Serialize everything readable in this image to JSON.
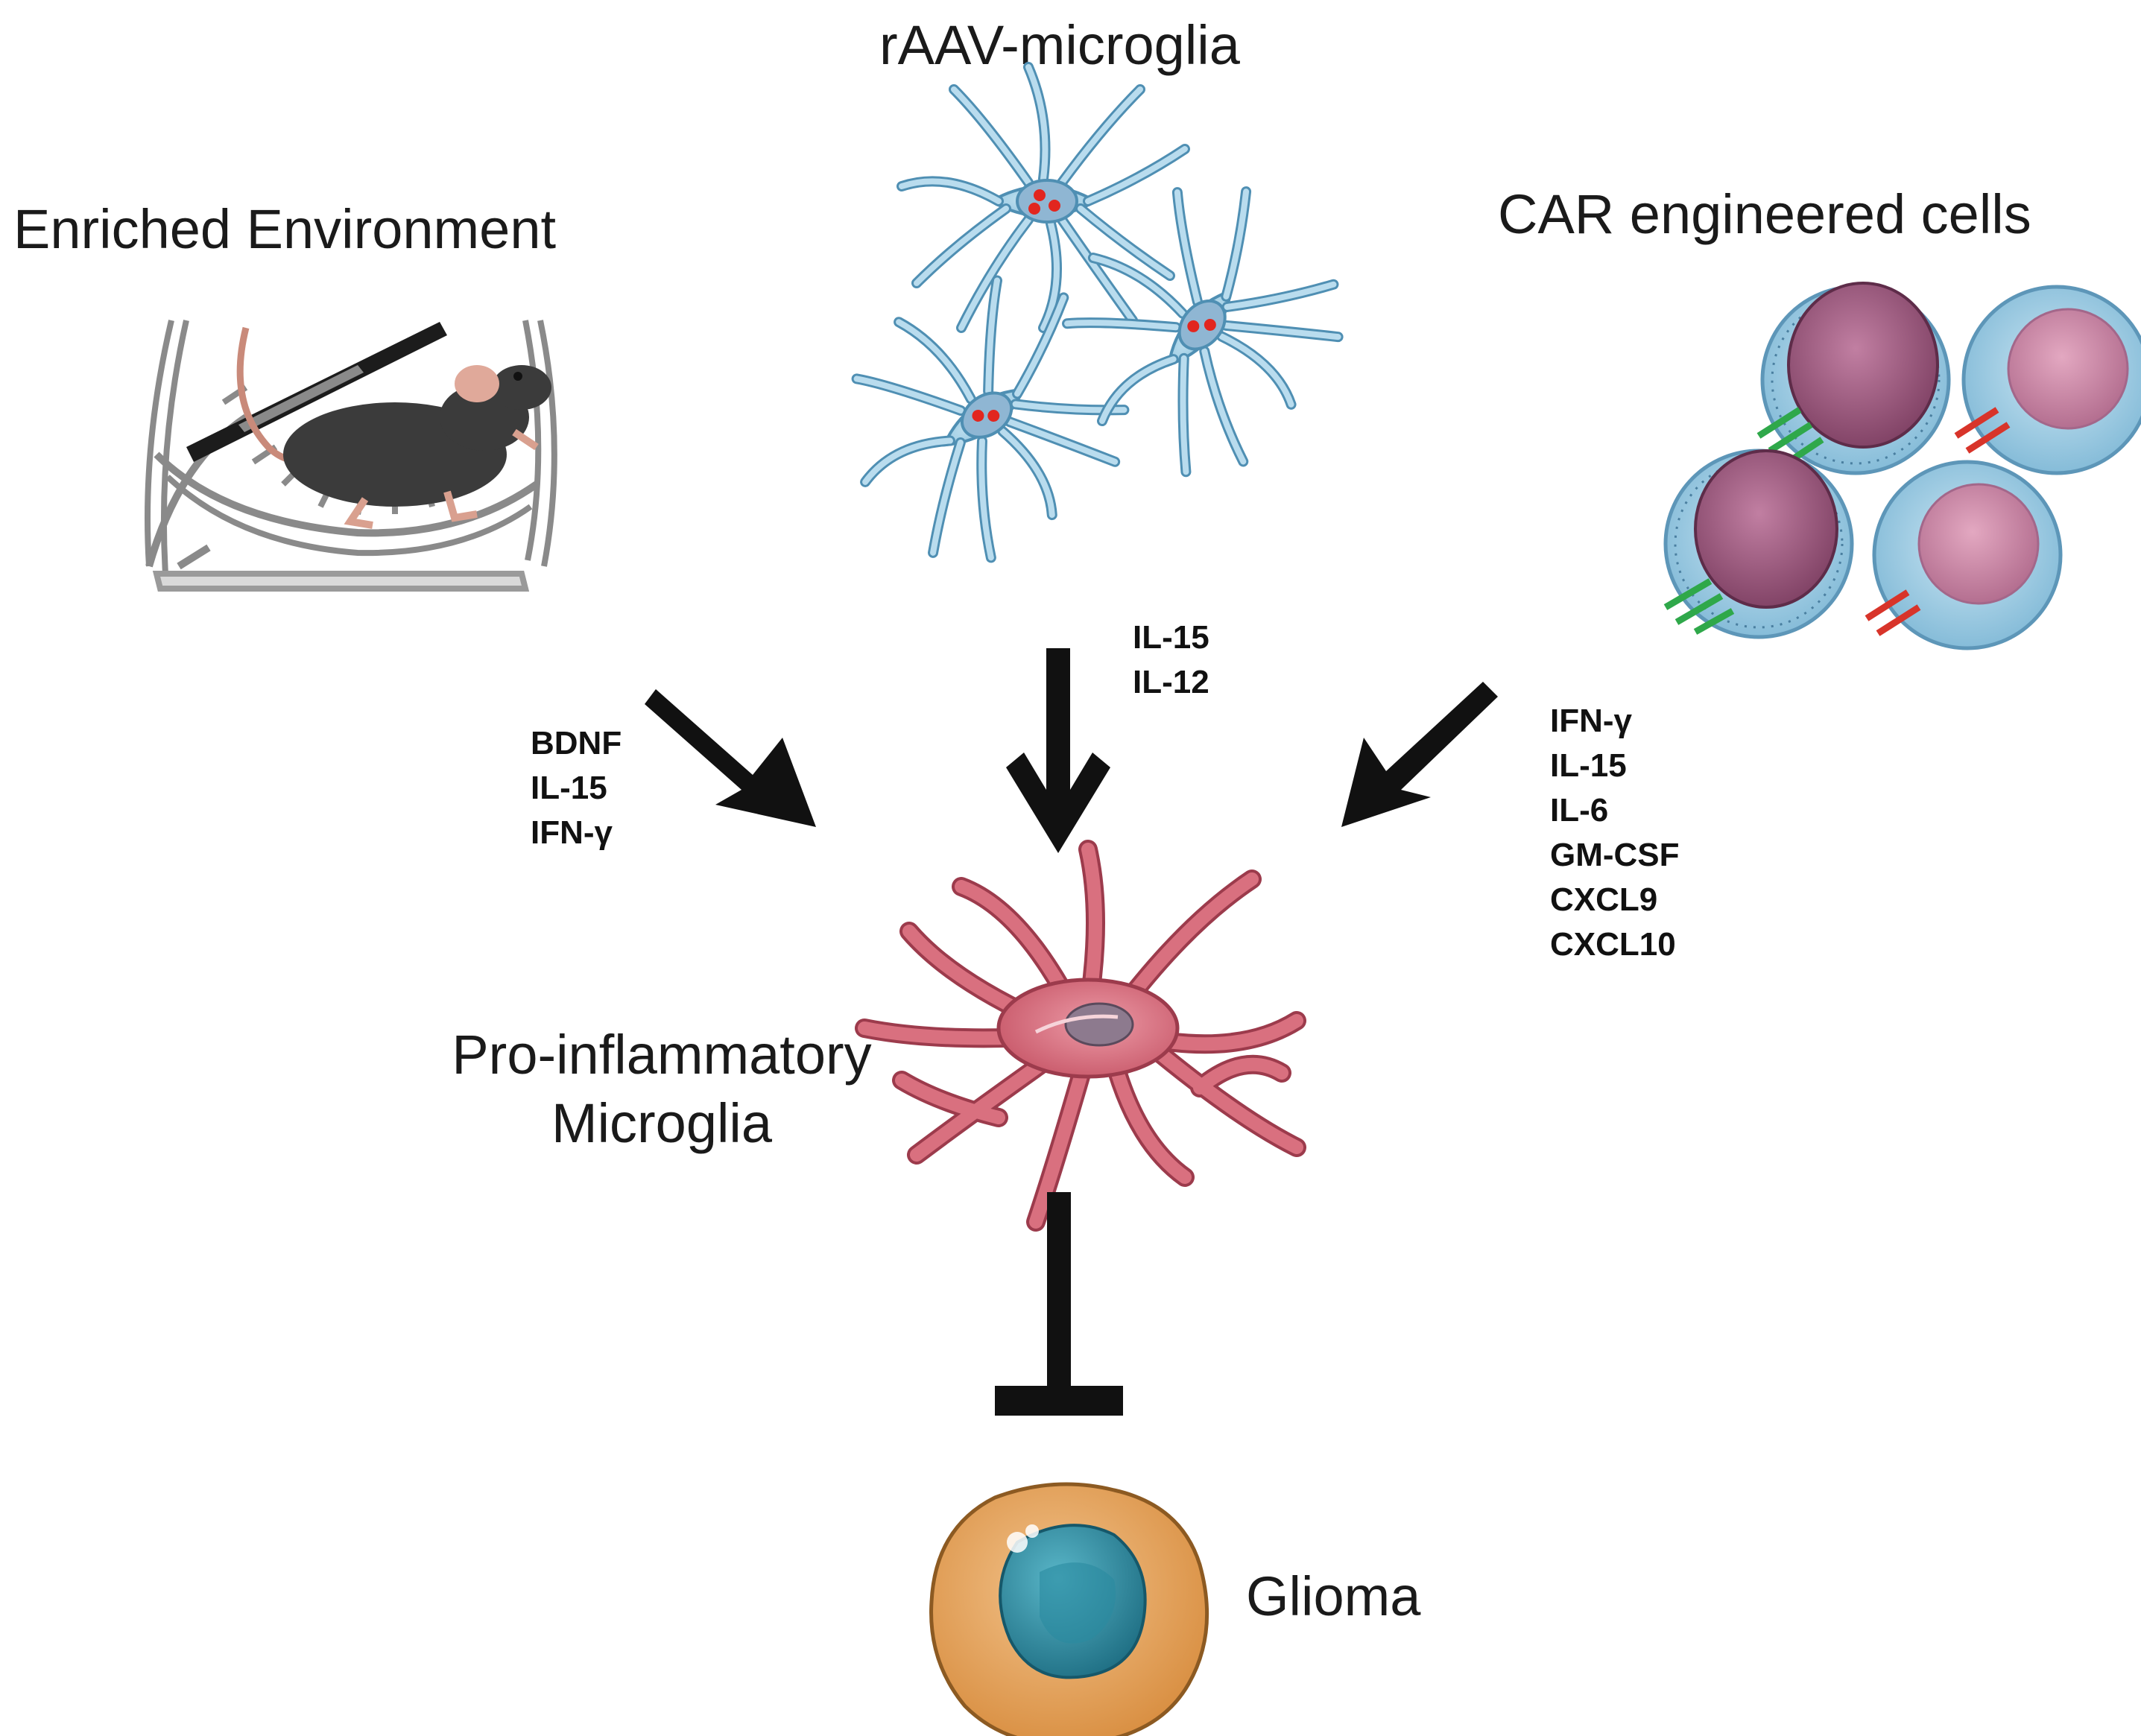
{
  "sources": {
    "enriched_environment": "Enriched Environment",
    "raav_microglia": "rAAV-microglia",
    "car_cells": "CAR engineered cells"
  },
  "cytokines": {
    "enriched": [
      "BDNF",
      "IL-15",
      "IFN-γ"
    ],
    "raav": [
      "IL-15",
      "IL-12"
    ],
    "car": [
      "IFN-γ",
      "IL-15",
      "IL-6",
      "GM-CSF",
      "CXCL9",
      "CXCL10"
    ]
  },
  "target": {
    "line1": "Pro-inflammatory",
    "line2": "Microglia"
  },
  "outcome": "Glioma",
  "colors": {
    "arrow": "#111111",
    "resting_microglia": "#a9d3e8",
    "resting_outline": "#4f8fb3",
    "activated_microglia": "#d9707f",
    "activated_outline": "#9c3b4c",
    "glioma_body": "#e3a157",
    "glioma_nucleus": "#2c8aa0",
    "car_nucleus": "#9b5a7d",
    "car_receptor": "#2fa84a",
    "non_car_receptor": "#d8342a",
    "dots": "#e2261f"
  }
}
